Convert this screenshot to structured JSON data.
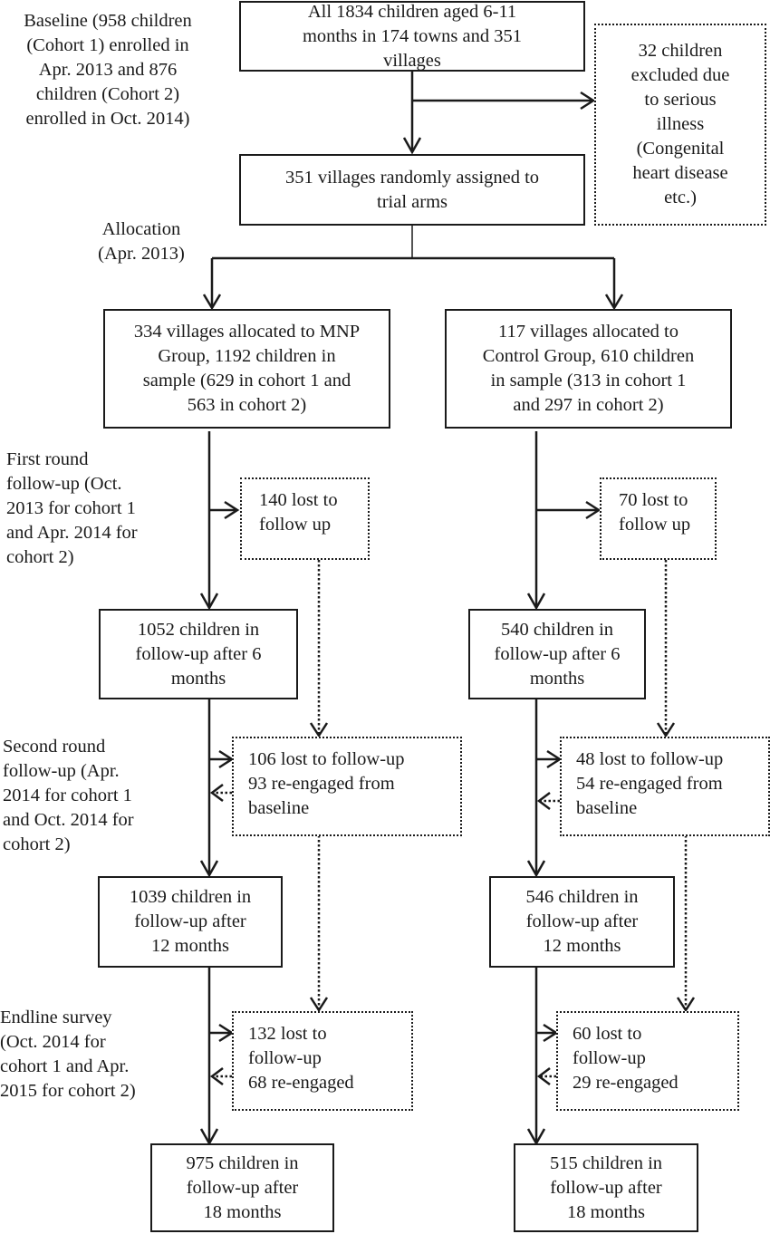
{
  "diagram": {
    "type": "CONSORT flowchart",
    "stage_labels": {
      "baseline": "Baseline (958 children\n(Cohort 1) enrolled in\nApr. 2013 and 876\nchildren (Cohort 2)\nenrolled in Oct. 2014)",
      "allocation": "Allocation\n(Apr. 2013)",
      "first_round": "First round\nfollow-up (Oct.\n2013 for cohort 1\nand Apr. 2014 for\ncohort 2)",
      "second_round": "Second round\nfollow-up (Apr.\n2014 for cohort 1\nand Oct. 2014 for\ncohort 2)",
      "endline": "Endline survey\n(Oct. 2014 for\ncohort 1 and Apr.\n2015 for cohort 2)"
    },
    "enrollment": {
      "all_children": "All 1834 children aged 6-11\nmonths in 174 towns and 351\nvillages",
      "excluded": "32 children\nexcluded due\nto serious\nillness\n(Congenital\nheart disease\netc.)",
      "randomized": "351 villages randomly assigned to\ntrial arms"
    },
    "mnp_arm": {
      "allocated": "334 villages allocated to MNP\nGroup, 1192 children in\nsample (629 in cohort 1 and\n563 in cohort 2)",
      "lost_round1": "140 lost to\nfollow up",
      "followup_6": "1052 children in\nfollow-up after 6\nmonths",
      "lost_round2": "106 lost to follow-up\n93 re-engaged from\nbaseline",
      "followup_12": "1039 children in\nfollow-up after\n12 months",
      "lost_endline": "132 lost to\nfollow-up\n68 re-engaged",
      "followup_18": "975 children in\nfollow-up after\n18 months"
    },
    "control_arm": {
      "allocated": "117 villages allocated to\nControl Group, 610 children\nin sample (313 in cohort 1\nand 297 in cohort 2)",
      "lost_round1": "70 lost to\nfollow up",
      "followup_6": "540 children in\nfollow-up after 6\nmonths",
      "lost_round2": "48 lost to follow-up\n54 re-engaged from\nbaseline",
      "followup_12": "546 children in\nfollow-up after\n12 months",
      "lost_endline": "60 lost to\nfollow-up\n29 re-engaged",
      "followup_18": "515 children in\nfollow-up after\n18 months"
    }
  },
  "colors": {
    "line": "#1a1a1a",
    "background": "#ffffff"
  }
}
